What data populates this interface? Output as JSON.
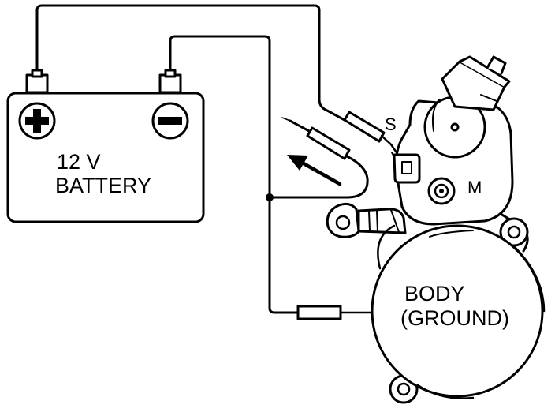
{
  "battery": {
    "voltage_label": "12 V",
    "name_label": "BATTERY"
  },
  "terminals": {
    "s_label": "S",
    "m_label": "M"
  },
  "body": {
    "line1": "BODY",
    "line2": "(GROUND)"
  },
  "colors": {
    "ink": "#000000",
    "background": "#ffffff"
  }
}
